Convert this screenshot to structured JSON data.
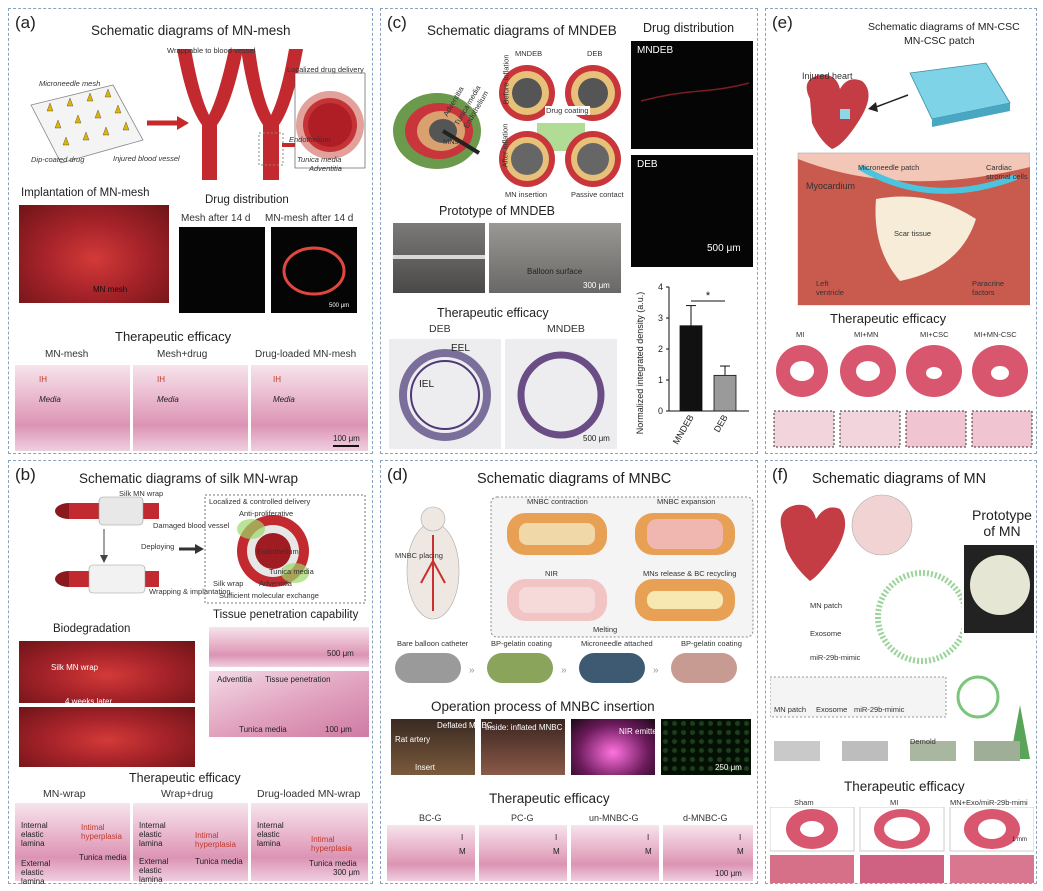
{
  "panel_a": {
    "label": "(a)",
    "title": "Schematic diagrams of MN-mesh",
    "schematic_labels": [
      "Microneedle mesh",
      "Wrappable to blood vessel",
      "Localized drug delivery",
      "Dip-coated drug",
      "Injured blood vessel",
      "Endothelium",
      "Tunica media",
      "Adventitia"
    ],
    "implant_title": "Implantation of MN-mesh",
    "implant_label": "MN mesh",
    "drug_title": "Drug distribution",
    "drug_images": [
      "Mesh after 14 d",
      "MN-mesh after 14 d"
    ],
    "drug_scale": "500 μm",
    "efficacy_title": "Therapeutic efficacy",
    "efficacy_images": [
      "MN-mesh",
      "Mesh+drug",
      "Drug-loaded MN-mesh"
    ],
    "tissue_labels": [
      "IH",
      "Media"
    ],
    "scale": "100 μm"
  },
  "panel_b": {
    "label": "(b)",
    "title": "Schematic diagrams of silk MN-wrap",
    "schematic_labels": [
      "Silk MN wrap",
      "Damaged blood vessel",
      "Deploying",
      "Wrapping & implantation",
      "Localized & controlled delivery",
      "Anti-proliferative",
      "Endothelium",
      "Tunica media",
      "Silk wrap",
      "Adventitia",
      "Sufficient molecular exchange"
    ],
    "biodeg_title": "Biodegradation",
    "biodeg_labels": [
      "Silk MN wrap",
      "4 weeks later"
    ],
    "tissue_title": "Tissue penetration capability",
    "tissue_labels": [
      "Adventitia",
      "Tissue penetration",
      "Tunica media"
    ],
    "tissue_scales": [
      "500 μm",
      "100 μm"
    ],
    "efficacy_title": "Therapeutic efficacy",
    "efficacy_images": [
      "MN-wrap",
      "Wrap+drug",
      "Drug-loaded MN-wrap"
    ],
    "he_labels": [
      "Internal elastic lamina",
      "Intimal hyperplasia",
      "Tunica media",
      "External elastic lamina"
    ],
    "scale": "300 μm"
  },
  "panel_c": {
    "label": "(c)",
    "title": "Schematic diagrams of MNDEB",
    "schematic_labels": [
      "Adventitia",
      "Tunica media",
      "Endothelium",
      "MNs",
      "MNDEB",
      "DEB",
      "Before inflation",
      "After inflation",
      "Drug coating",
      "MN insertion",
      "Passive contact"
    ],
    "prototype_title": "Prototype of MNDEB",
    "prototype_labels": [
      "Balloon surface",
      "300 μm"
    ],
    "efficacy_title": "Therapeutic efficacy",
    "efficacy_images": [
      "DEB",
      "MNDEB"
    ],
    "ring_labels": [
      "EEL",
      "IEL"
    ],
    "ring_scale": "500 μm",
    "drug_title": "Drug distribution",
    "drug_images": [
      "MNDEB",
      "DEB"
    ],
    "drug_scale": "500 μm"
  },
  "chart_data": {
    "type": "bar",
    "categories": [
      "MNDEB",
      "DEB"
    ],
    "values": [
      2.75,
      1.15
    ],
    "errors": [
      0.65,
      0.3
    ],
    "ylabel": "Normalized integrated density (a.u.)",
    "ylim": [
      0,
      4
    ],
    "yticks": [
      "0",
      "1",
      "2",
      "3",
      "4"
    ],
    "significance": "*",
    "colors": [
      "#111111",
      "#9a9a9a"
    ]
  },
  "panel_d": {
    "label": "(d)",
    "title": "Schematic diagrams of MNBC",
    "schematic_labels": [
      "MNBC placing",
      "MNBC contraction",
      "MNBC expansion",
      "NIR",
      "Melting",
      "MNs release & BC recycling"
    ],
    "process_labels": [
      "Bare balloon catheter",
      "BP-gelatin coating",
      "Microneedle attached",
      "BP-gelatin coating"
    ],
    "operation_title": "Operation process of MNBC insertion",
    "operation_labels": [
      "Rat artery",
      "Deflated MNBC",
      "Insert",
      "Inside: inflated MNBC",
      "NIR emitter",
      "250 μm"
    ],
    "efficacy_title": "Therapeutic efficacy",
    "efficacy_images": [
      "BC-G",
      "PC-G",
      "un-MNBC-G",
      "d-MNBC-G"
    ],
    "he_labels": [
      "I",
      "M"
    ],
    "scale": "100 μm"
  },
  "panel_e": {
    "label": "(e)",
    "title": "Schematic diagrams of MN-CSC",
    "subtitle": "MN-CSC patch",
    "schematic_labels": [
      "Injured heart",
      "Microneedle patch",
      "Cardiac stromal cells",
      "Myocardium",
      "Scar tissue",
      "Left ventricle",
      "Paracrine factors"
    ],
    "efficacy_title": "Therapeutic efficacy",
    "efficacy_images": [
      "MI",
      "MI+MN",
      "MI+CSC",
      "MI+MN-CSC"
    ]
  },
  "panel_f": {
    "label": "(f)",
    "title": "Schematic diagrams of MN",
    "prototype_title": "Prototype of MN",
    "legend": [
      "MN patch",
      "Exosome",
      "miR-29b-mimic"
    ],
    "row_labels": [
      "MN patch",
      "Exosome",
      "miR-29b-mimic",
      "Demold"
    ],
    "efficacy_title": "Therapeutic efficacy",
    "efficacy_images": [
      "Sham",
      "MI",
      "MN+Exo/miR-29b-mimi"
    ],
    "scale": "1 mm"
  }
}
